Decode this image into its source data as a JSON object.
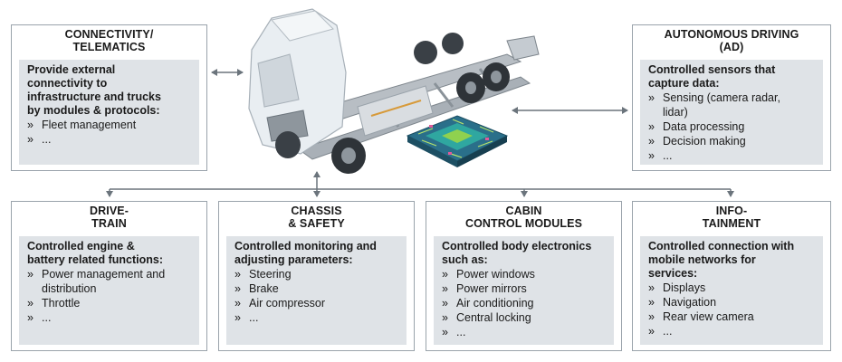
{
  "boxes": [
    {
      "id": "connectivity",
      "title": [
        "CONNECTIVITY/",
        "TELEMATICS"
      ],
      "heading": [
        "Provide external",
        "connectivity to",
        "infrastructure and trucks",
        "by modules & protocols:"
      ],
      "items": [
        "Fleet management",
        "..."
      ]
    },
    {
      "id": "autonomous",
      "title": [
        "AUTONOMOUS DRIVING",
        "(AD)"
      ],
      "heading": [
        "Controlled sensors that",
        "capture data:"
      ],
      "items": [
        "Sensing (camera radar, lidar)",
        "Data processing",
        "Decision making",
        "..."
      ]
    },
    {
      "id": "drivetrain",
      "title": [
        "DRIVE-",
        "TRAIN"
      ],
      "heading": [
        "Controlled engine &",
        "battery related functions:"
      ],
      "items": [
        "Power management and distribution",
        "Throttle",
        "..."
      ]
    },
    {
      "id": "chassis",
      "title": [
        "CHASSIS",
        "& SAFETY"
      ],
      "heading": [
        "Controlled monitoring and",
        "adjusting parameters:"
      ],
      "items": [
        "Steering",
        "Brake",
        "Air compressor",
        "..."
      ]
    },
    {
      "id": "cabin",
      "title": [
        "CABIN",
        "CONTROL MODULES"
      ],
      "heading": [
        "Controlled body electronics",
        "such as:"
      ],
      "items": [
        "Power windows",
        "Power mirrors",
        "Air conditioning",
        "Central locking",
        "..."
      ]
    },
    {
      "id": "infotainment",
      "title": [
        "INFO-",
        "TAINMENT"
      ],
      "heading": [
        "Controlled connection with",
        "mobile networks for",
        "services:"
      ],
      "items": [
        "Displays",
        "Navigation",
        "Rear view camera",
        "..."
      ]
    }
  ],
  "colors": {
    "border": "#9aa3ab",
    "panel": "#dfe3e7",
    "arrow": "#6b747c",
    "chip": "#2fa7a0"
  },
  "icons": {
    "truck": "truck-chassis-illustration",
    "chip": "circuit-board-chip-illustration"
  }
}
